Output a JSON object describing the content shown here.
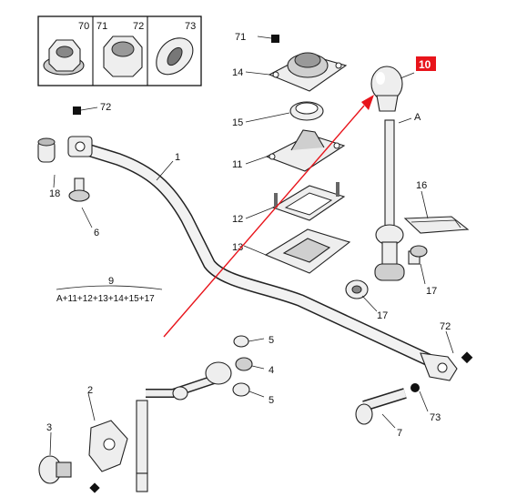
{
  "inset": {
    "labels": [
      "70",
      "71",
      "72",
      "73"
    ]
  },
  "callouts": {
    "c1": "1",
    "c2": "2",
    "c3": "3",
    "c4": "4",
    "c5a": "5",
    "c5b": "5",
    "c6": "6",
    "c7": "7",
    "c10": "10",
    "c11": "11",
    "c12": "12",
    "c13": "13",
    "c14": "14",
    "c15": "15",
    "c16": "16",
    "c17a": "17",
    "c17b": "17",
    "c18": "18",
    "c71": "71",
    "c72a": "72",
    "c72b": "72",
    "c73": "73",
    "cA": "A"
  },
  "kit": {
    "number": "9",
    "formula": "A+11+12+13+14+15+17"
  },
  "colors": {
    "highlight": "#e8141b",
    "arrow": "#e8141b",
    "line": "#222222"
  }
}
